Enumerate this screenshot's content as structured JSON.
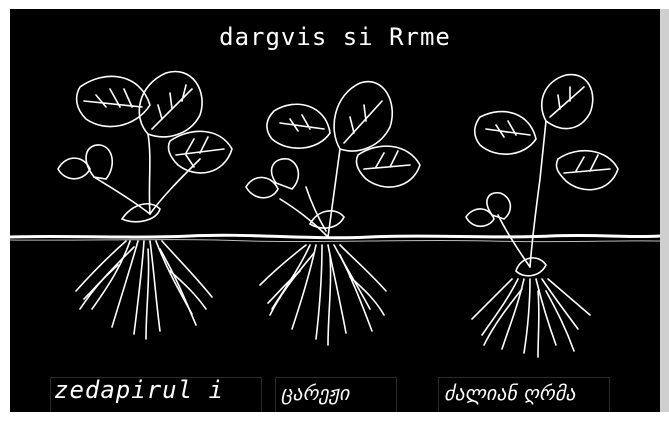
{
  "title": "dargvis si Rrme",
  "labels": [
    "zedapirul i",
    "ცარეჟი",
    "ძალიან ღრმა"
  ],
  "colors": {
    "background": "#000000",
    "ink": "#ffffff"
  }
}
